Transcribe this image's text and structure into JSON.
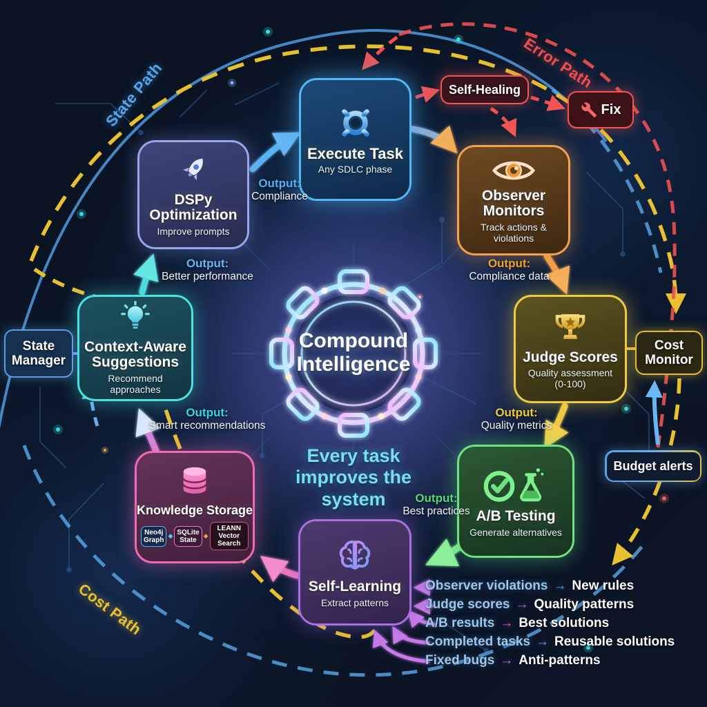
{
  "center": {
    "title": "Compound Intelligence",
    "tagline": "Every task improves the system"
  },
  "paths": {
    "state": "State Path",
    "error": "Error Path",
    "cost": "Cost Path"
  },
  "nodes": {
    "execute": {
      "title": "Execute Task",
      "subtitle": "Any SDLC phase"
    },
    "dspy": {
      "title": "DSPy Optimization",
      "subtitle": "Improve prompts"
    },
    "observer": {
      "title": "Observer Monitors",
      "subtitle": "Track actions & violations"
    },
    "judge": {
      "title": "Judge Scores",
      "subtitle": "Quality assessment",
      "subtitle2": "(0-100)"
    },
    "ab_testing": {
      "title": "A/B Testing",
      "subtitle": "Generate alternatives"
    },
    "self_learning": {
      "title": "Self-Learning",
      "subtitle": "Extract patterns"
    },
    "knowledge": {
      "title": "Knowledge Storage",
      "chips": [
        {
          "label": "Neo4j Graph"
        },
        {
          "label": "SQLite State"
        },
        {
          "label": "LEANN Vector Search"
        }
      ]
    },
    "context": {
      "title": "Context-Aware Suggestions",
      "subtitle": "Recommend approaches"
    }
  },
  "pills": {
    "self_healing": "Self-Healing",
    "fix": "Fix",
    "state_manager": "State Manager",
    "cost_monitor": "Cost Monitor",
    "budget_alerts": "Budget alerts"
  },
  "outputs": {
    "compliance": {
      "label": "Output:",
      "value": "Compliance"
    },
    "compliance_data": {
      "label": "Output:",
      "value": "Compliance data"
    },
    "better_performance": {
      "label": "Output:",
      "value": "Better performance"
    },
    "quality_metrics": {
      "label": "Output:",
      "value": "Quality metrics"
    },
    "smart_recommendations": {
      "label": "Output:",
      "value": "Smart recommendations"
    },
    "best_practices": {
      "label": "Output:",
      "value": "Best practices"
    }
  },
  "learning_list": [
    {
      "source": "Observer violations",
      "arrow": "→",
      "target": "New rules"
    },
    {
      "source": "Judge scores",
      "arrow": "→",
      "target": "Quality patterns"
    },
    {
      "source": "A/B results",
      "arrow": "→",
      "target": "Best solutions"
    },
    {
      "source": "Completed tasks",
      "arrow": "→",
      "target": "Reusable solutions"
    },
    {
      "source": "Fixed bugs",
      "arrow": "→",
      "target": "Anti-patterns"
    }
  ],
  "colors": {
    "execute": "#54b9f6",
    "dspy": "#9aa6ea",
    "observer": "#f2a250",
    "judge": "#eecb42",
    "ab_testing": "#74e180",
    "self_learning": "#aa70e2",
    "knowledge": "#f16ab2",
    "context": "#4ce2de",
    "error_path": "#f05050",
    "state_path": "#56a6ea",
    "cost_path": "#e8c030"
  }
}
